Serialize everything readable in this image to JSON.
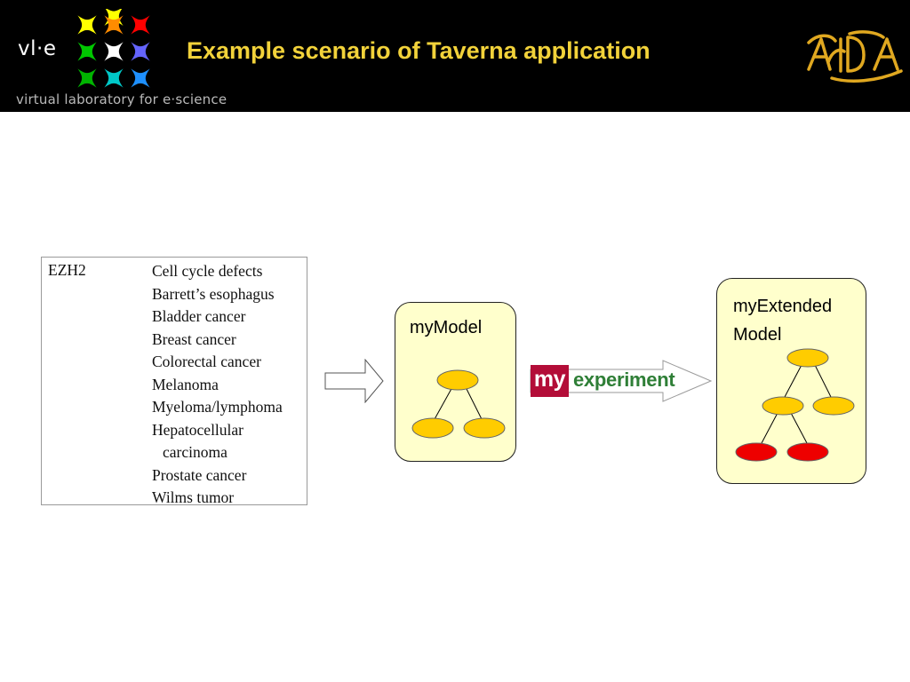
{
  "header": {
    "brand": "vl·e",
    "tagline": "virtual laboratory for e·science",
    "title": "Example scenario of Taverna application",
    "logo_right_icon": "aida-logo",
    "logo_left_icon": "vle-star-grid-logo",
    "colors": {
      "background": "#000000",
      "title": "#f2d23a",
      "star_colors": [
        "#ffff00",
        "#ff8c00",
        "#ff0000",
        "#00c800",
        "#ffffff",
        "#6464ff",
        "#00b400",
        "#00c8c8",
        "#1e90ff"
      ]
    }
  },
  "table": {
    "gene": "EZH2",
    "diseases": [
      "Cell cycle defects",
      "Barrett’s esophagus",
      "Bladder cancer",
      "Breast cancer",
      "Colorectal cancer",
      "Melanoma",
      "Myeloma/lymphoma",
      "Hepatocellular",
      "carcinoma",
      "Prostate cancer",
      "Wilms tumor"
    ]
  },
  "models": {
    "my_model": {
      "label": "myModel"
    },
    "extended_model": {
      "label": "myExtended\nModel"
    }
  },
  "myexperiment": {
    "my": "my",
    "word": "experiment",
    "colors": {
      "my_bg": "#b30d38",
      "word": "#2f7f37"
    }
  },
  "node_colors": {
    "yellow": "#ffcc00",
    "red": "#ee0000",
    "box_bg": "#ffffcc"
  }
}
